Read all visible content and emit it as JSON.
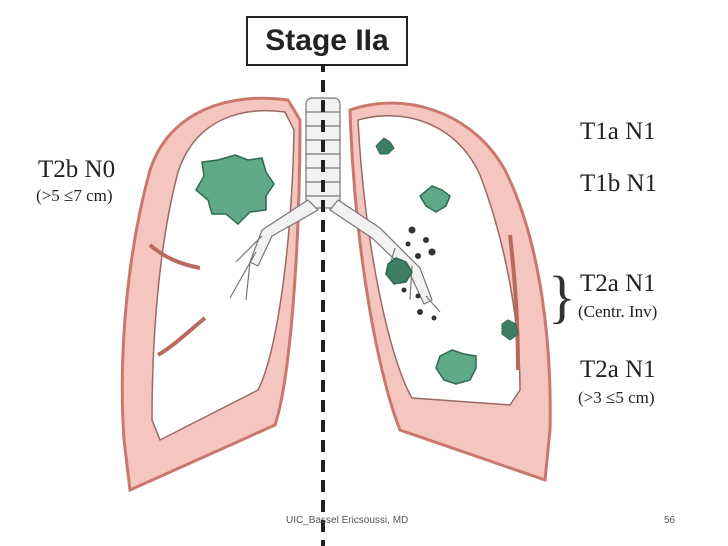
{
  "title": "Stage IIa",
  "labels": {
    "left_stage": "T2b N0",
    "left_note": "(>5 ≤7 cm)",
    "right_1": "T1a N1",
    "right_2": "T1b N1",
    "right_3": "T2a N1",
    "right_3_note": "(Centr. Inv)",
    "right_4": "T2a N1",
    "right_4_note": "(>3 ≤5 cm)"
  },
  "footer": {
    "author": "UIC_Bassel Ericsoussi, MD",
    "page_number": "56"
  },
  "colors": {
    "pleura_fill": "#f4c6bf",
    "pleura_stroke": "#c9786e",
    "tumor": "#5fa989",
    "tumor_dark": "#2e6a52",
    "node": "#333333"
  }
}
